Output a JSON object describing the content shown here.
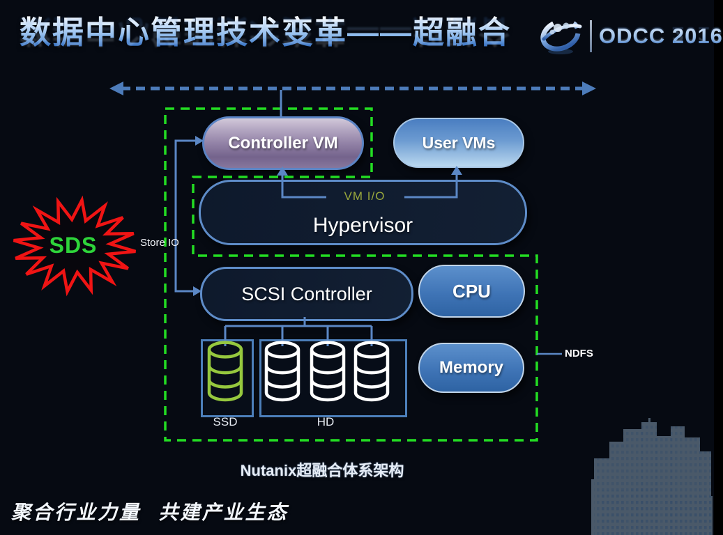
{
  "slide": {
    "title": "数据中心管理技术变革——超融合",
    "logo_text": "ODCC 2016",
    "caption": "Nutanix超融合体系架构",
    "slogan": "聚合行业力量  共建产业生态"
  },
  "diagram": {
    "controller_vm": "Controller VM",
    "user_vms": "User VMs",
    "vm_io": "VM I/O",
    "hypervisor": "Hypervisor",
    "scsi_controller": "SCSI Controller",
    "cpu": "CPU",
    "memory": "Memory",
    "ssd": "SSD",
    "hd": "HD",
    "store_io": "Store IO",
    "ndfs": "NDFS",
    "sds": "SDS"
  },
  "colors": {
    "green_dash": "#23dd23",
    "connector_blue": "#5b87c5",
    "arrow_blue": "#4d7cba",
    "star_red": "#f01414",
    "sds_green": "#2ed43a",
    "vm_io_olive": "#9aa93c",
    "ssd_green": "#96c83e",
    "hd_white": "#ffffff"
  }
}
